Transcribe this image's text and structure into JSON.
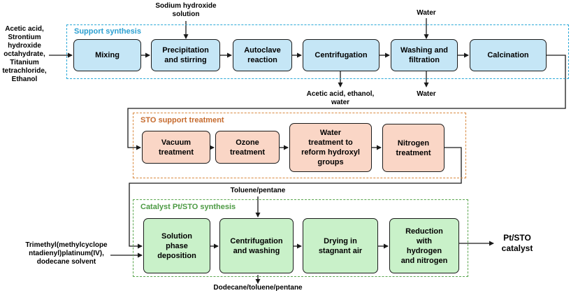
{
  "inputs": {
    "support": "Acetic acid,\nStrontium\nhydroxide\noctahydrate,\nTitanium\ntetrachloride,\nEthanol",
    "naoh": "Sodium hydroxide\nsolution",
    "water_in": "Water",
    "toluene_pentane": "Toluene/pentane",
    "pt_precursor": "Trimethyl(methylcyclope\nntadienyl)platinum(IV),\ndodecane solvent"
  },
  "outputs": {
    "centrifugation": "Acetic acid, ethanol,\nwater",
    "water_out": "Water",
    "dodecane": "Dodecane/toluene/pentane",
    "final_product": "Pt/STO\ncatalyst"
  },
  "groups": {
    "support_synthesis": {
      "title": "Support synthesis",
      "title_color": "#2a9fd1",
      "steps": [
        "Mixing",
        "Precipitation\nand stirring",
        "Autoclave\nreaction",
        "Centrifugation",
        "Washing and\nfiltration",
        "Calcination"
      ]
    },
    "sto_treatment": {
      "title": "STO support treatment",
      "title_color": "#c66b2e",
      "steps": [
        "Vacuum\ntreatment",
        "Ozone\ntreatment",
        "Water\ntreatment to\nreform hydroxyl\ngroups",
        "Nitrogen\ntreatment"
      ]
    },
    "catalyst_synthesis": {
      "title": "Catalyst Pt/STO synthesis",
      "title_color": "#4c9a43",
      "steps": [
        "Solution\nphase\ndeposition",
        "Centrifugation\nand washing",
        "Drying in\nstagnant air",
        "Reduction\nwith\nhydrogen\nand nitrogen"
      ]
    }
  }
}
